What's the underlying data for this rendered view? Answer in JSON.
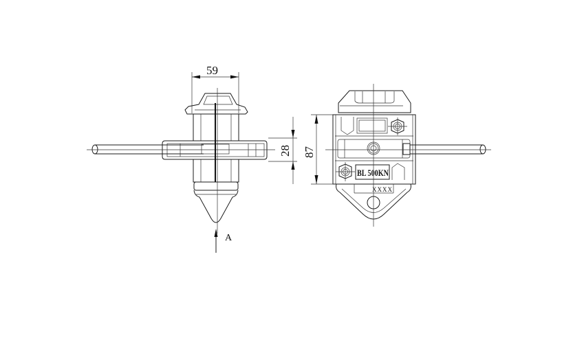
{
  "drawing": {
    "background": "#ffffff",
    "line_color": "#1a1a1a",
    "side_view": {
      "width_dimension": "59",
      "view_arrow_label": "A"
    },
    "front_view": {
      "height_dimension_small": "28",
      "height_dimension_large": "87",
      "plate_marking": "BL 500KN",
      "serial_marking": "XXXX"
    }
  }
}
